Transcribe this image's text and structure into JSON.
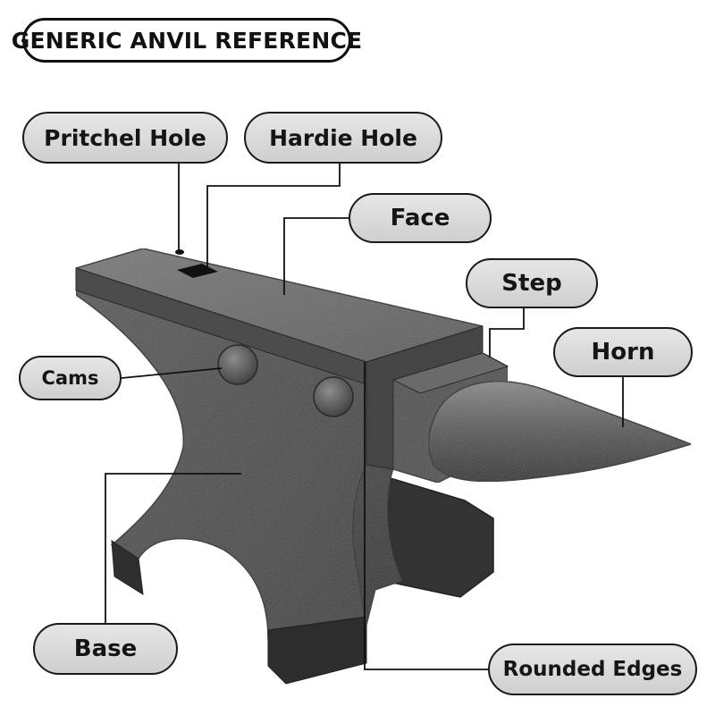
{
  "title": "GENERIC ANVIL REFERENCE",
  "labels": {
    "pritchel_hole": "Pritchel Hole",
    "hardie_hole": "Hardie Hole",
    "face": "Face",
    "step": "Step",
    "horn": "Horn",
    "cams": "Cams",
    "base": "Base",
    "rounded_edges": "Rounded Edges"
  },
  "colors": {
    "steel_dark": "#3a3a3a",
    "steel_mid": "#5a5a5a",
    "steel_light": "#8a8a8a",
    "label_fill": "#d9d9d9",
    "outline": "#111111"
  }
}
